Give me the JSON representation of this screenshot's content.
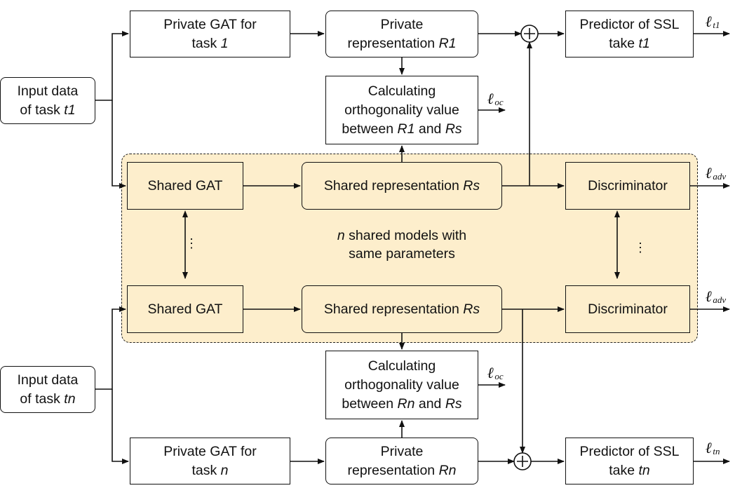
{
  "diagram": {
    "title": "",
    "colors": {
      "shared_fill": "#fdeecc",
      "stroke": "#111111",
      "background": "#ffffff"
    },
    "nodes": {
      "input_t1": {
        "line1": "Input data",
        "line2_prefix": "of task ",
        "line2_italic": "t1"
      },
      "input_tn": {
        "line1": "Input data",
        "line2_prefix": "of task ",
        "line2_italic": "tn"
      },
      "private_gat_1": {
        "line1": "Private GAT for",
        "line2_prefix": "task ",
        "line2_italic": "1"
      },
      "private_gat_n": {
        "line1": "Private GAT for",
        "line2_prefix": "task ",
        "line2_italic": "n"
      },
      "private_rep_1": {
        "line1": "Private",
        "line2_prefix": "representation ",
        "line2_italic": "R1"
      },
      "private_rep_n": {
        "line1": "Private",
        "line2_prefix": "representation ",
        "line2_italic": "Rn"
      },
      "ortho_1": {
        "line1": "Calculating",
        "line2": "orthogonality value",
        "line3_prefix": "between ",
        "line3_italic_a": "R1",
        "line3_mid": " and ",
        "line3_italic_b": "Rs"
      },
      "ortho_n": {
        "line1": "Calculating",
        "line2": "orthogonality value",
        "line3_prefix": "between ",
        "line3_italic_a": "Rn",
        "line3_mid": " and ",
        "line3_italic_b": "Rs"
      },
      "shared_gat_top": {
        "label": "Shared GAT"
      },
      "shared_gat_bottom": {
        "label": "Shared GAT"
      },
      "shared_rep_top": {
        "prefix": "Shared representation ",
        "italic": "Rs"
      },
      "shared_rep_bottom": {
        "prefix": "Shared representation ",
        "italic": "Rs"
      },
      "discriminator_top": {
        "label": "Discriminator"
      },
      "discriminator_bottom": {
        "label": "Discriminator"
      },
      "predictor_1": {
        "line1": "Predictor of SSL",
        "line2_prefix": "take ",
        "line2_italic": "t1"
      },
      "predictor_n": {
        "line1": "Predictor of SSL",
        "line2_prefix": "take ",
        "line2_italic": "tn"
      }
    },
    "shared_caption": {
      "italic": "n",
      "line1_rest": " shared models with",
      "line2": "same parameters"
    },
    "losses": {
      "t1": {
        "symbol": "ℓ",
        "sub": "t1"
      },
      "tn": {
        "symbol": "ℓ",
        "sub": "tn"
      },
      "oc_top": {
        "symbol": "ℓ",
        "sub": "oc"
      },
      "oc_bottom": {
        "symbol": "ℓ",
        "sub": "oc"
      },
      "adv_top": {
        "symbol": "ℓ",
        "sub": "adv"
      },
      "adv_bottom": {
        "symbol": "ℓ",
        "sub": "adv"
      }
    },
    "ellipsis": "⋮",
    "sum_symbol": "+"
  }
}
